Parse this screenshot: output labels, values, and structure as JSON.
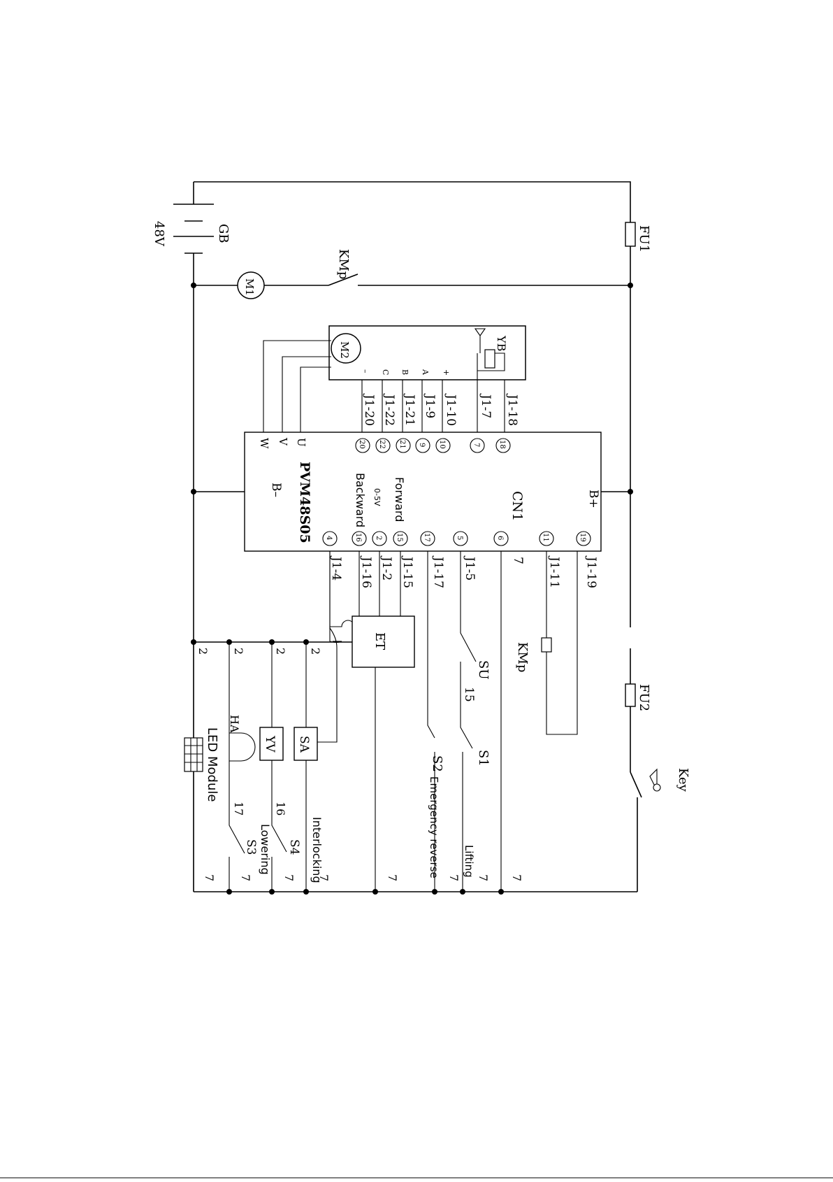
{
  "battery": {
    "ref": "GB",
    "voltage": "48V"
  },
  "fuses": {
    "fu1": "FU1",
    "fu2": "FU2"
  },
  "key": {
    "label": "Key"
  },
  "pump_motor": {
    "ref": "M1",
    "contactor": "KMp"
  },
  "traction_motor": {
    "ref": "M2",
    "brake": "YB",
    "terminals": [
      "+",
      "A",
      "B",
      "C",
      "–"
    ],
    "wire_labels": [
      "J1-10",
      "J1-9",
      "J1-21",
      "J1-22",
      "J1-20",
      "J1-7",
      "J1-18"
    ]
  },
  "controller": {
    "model": "PVM48S05",
    "connector": "CN1",
    "b_plus": "B+",
    "b_minus": "B–",
    "phases": [
      "U",
      "V",
      "W"
    ],
    "top_pins": [
      "20",
      "22",
      "21",
      "9",
      "10",
      "7",
      "18"
    ],
    "bottom_pins": [
      "4",
      "16",
      "2",
      "15",
      "17",
      "5",
      "6",
      "11",
      "19"
    ],
    "forward": "Forward",
    "backward": "Backward",
    "speed": "0-5V"
  },
  "bottom_wire_labels": [
    "J1-4",
    "J1-16",
    "J1-2",
    "J1-15",
    "J1-17",
    "J1-5",
    "7",
    "J1-11",
    "J1-19"
  ],
  "devices": {
    "et": "ET",
    "su": "SU",
    "kmp_coil": "KMp",
    "sa": "SA",
    "yv": "YV",
    "ha": "HA",
    "led": "LED Module",
    "s1": "S1",
    "s2": "S2",
    "s3": "S3",
    "s4": "S4"
  },
  "wire_numbers": {
    "n2": "2",
    "n7": "7",
    "n15": "15",
    "n16": "16",
    "n17": "17"
  },
  "functions": {
    "lifting": "Lifting",
    "emergency": "Emergency reverse",
    "interlocking": "Interlocking",
    "lowering": "Lowering"
  }
}
